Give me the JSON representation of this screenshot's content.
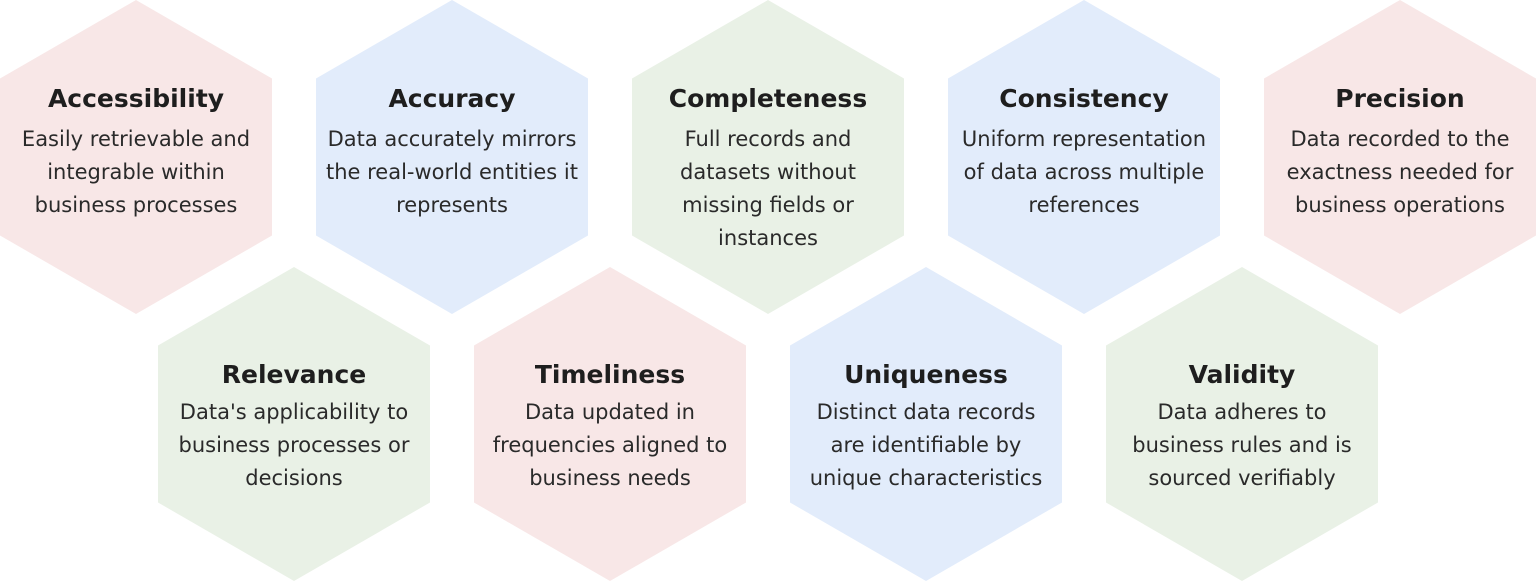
{
  "qualities": [
    {
      "title": "Accessibility",
      "description": "Easily retrievable and integrable within business processes"
    },
    {
      "title": "Accuracy",
      "description": "Data accurately mirrors the real-world entities it represents"
    },
    {
      "title": "Completeness",
      "description": "Full records and datasets without missing fields or instances"
    },
    {
      "title": "Consistency",
      "description": "Uniform representation of data across multiple references"
    },
    {
      "title": "Precision",
      "description": "Data recorded to the exactness needed for business operations"
    },
    {
      "title": "Relevance",
      "description": "Data's applicability to business processes or decisions"
    },
    {
      "title": "Timeliness",
      "description": "Data updated in frequencies aligned to business needs"
    },
    {
      "title": "Uniqueness",
      "description": "Distinct data records are identifiable by unique characteristics"
    },
    {
      "title": "Validity",
      "description": "Data adheres to business rules and is sourced verifiably"
    }
  ],
  "colors": {
    "pink": "#f8e7e7",
    "blue": "#e2ecfb",
    "green": "#e9f1e6"
  }
}
